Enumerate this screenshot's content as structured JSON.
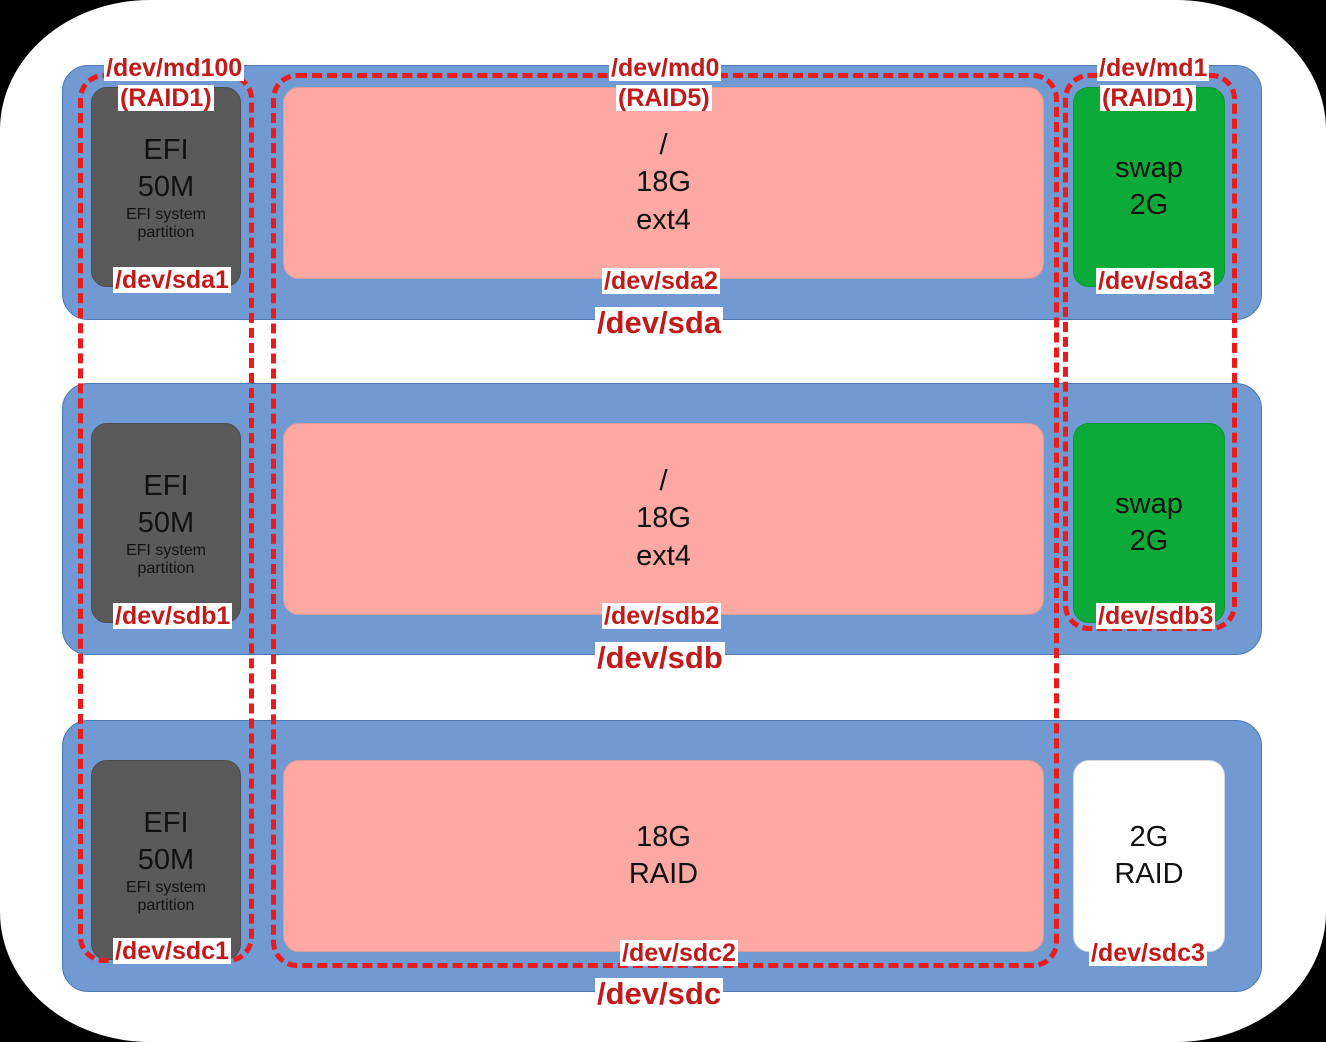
{
  "diagram": {
    "title": "Linux MD RAID partition layout across three disks",
    "colors": {
      "drive_fill": "#729ad2",
      "efi_fill": "#5a5a5a",
      "root_fill": "#fca9a4",
      "swap_fill": "#0caa38",
      "blank_fill": "#ffffff",
      "label_red": "#c11a1a",
      "dash_red": "#e81c1c"
    }
  },
  "md_groups": [
    {
      "name": "/dev/md100",
      "level": "(RAID1)",
      "members": [
        "/dev/sda1",
        "/dev/sdb1",
        "/dev/sdc1"
      ]
    },
    {
      "name": "/dev/md0",
      "level": "(RAID5)",
      "members": [
        "/dev/sda2",
        "/dev/sdb2",
        "/dev/sdc2"
      ]
    },
    {
      "name": "/dev/md1",
      "level": "(RAID1)",
      "members": [
        "/dev/sda3",
        "/dev/sdb3"
      ]
    }
  ],
  "drives": [
    {
      "name": "/dev/sda",
      "partitions": [
        {
          "name": "/dev/sda1",
          "kind": "efi",
          "lines": [
            "EFI",
            "50M"
          ],
          "note": [
            "EFI system",
            "partition"
          ]
        },
        {
          "name": "/dev/sda2",
          "kind": "root",
          "lines": [
            "/",
            "18G",
            "ext4"
          ],
          "note": []
        },
        {
          "name": "/dev/sda3",
          "kind": "swap",
          "lines": [
            "swap",
            "2G"
          ],
          "note": []
        }
      ]
    },
    {
      "name": "/dev/sdb",
      "partitions": [
        {
          "name": "/dev/sdb1",
          "kind": "efi",
          "lines": [
            "EFI",
            "50M"
          ],
          "note": [
            "EFI system",
            "partition"
          ]
        },
        {
          "name": "/dev/sdb2",
          "kind": "root",
          "lines": [
            "/",
            "18G",
            "ext4"
          ],
          "note": []
        },
        {
          "name": "/dev/sdb3",
          "kind": "swap",
          "lines": [
            "swap",
            "2G"
          ],
          "note": []
        }
      ]
    },
    {
      "name": "/dev/sdc",
      "partitions": [
        {
          "name": "/dev/sdc1",
          "kind": "efi",
          "lines": [
            "EFI",
            "50M"
          ],
          "note": [
            "EFI system",
            "partition"
          ]
        },
        {
          "name": "/dev/sdc2",
          "kind": "root",
          "lines": [
            "18G",
            "RAID"
          ],
          "note": []
        },
        {
          "name": "/dev/sdc3",
          "kind": "blank",
          "lines": [
            "2G",
            "RAID"
          ],
          "note": []
        }
      ]
    }
  ],
  "labels": {
    "md100_name": "/dev/md100",
    "md100_type": "(RAID1)",
    "md0_name": "/dev/md0",
    "md0_type": "(RAID5)",
    "md1_name": "/dev/md1",
    "md1_type": "(RAID1)",
    "sda": "/dev/sda",
    "sdb": "/dev/sdb",
    "sdc": "/dev/sdc",
    "sda1": "/dev/sda1",
    "sda2": "/dev/sda2",
    "sda3": "/dev/sda3",
    "sdb1": "/dev/sdb1",
    "sdb2": "/dev/sdb2",
    "sdb3": "/dev/sdb3",
    "sdc1": "/dev/sdc1",
    "sdc2": "/dev/sdc2",
    "sdc3": "/dev/sdc3",
    "efi": "EFI",
    "size_50m": "50M",
    "efi_note_1": "EFI system",
    "efi_note_2": "partition",
    "mount_root": "/",
    "size_18g": "18G",
    "fs_ext4": "ext4",
    "swap": "swap",
    "size_2g": "2G",
    "raid": "RAID"
  }
}
